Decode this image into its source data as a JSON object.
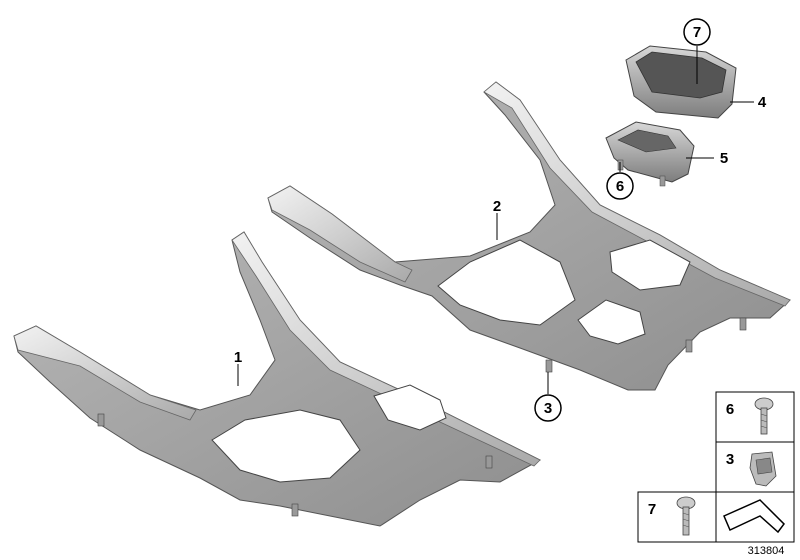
{
  "diagram": {
    "figure_number": "313804",
    "callouts": [
      {
        "id": "1",
        "label": "1"
      },
      {
        "id": "2",
        "label": "2"
      },
      {
        "id": "3",
        "label": "3"
      },
      {
        "id": "4",
        "label": "4"
      },
      {
        "id": "5",
        "label": "5"
      },
      {
        "id": "6",
        "label": "6"
      },
      {
        "id": "7",
        "label": "7"
      }
    ],
    "legend": [
      {
        "label": "6"
      },
      {
        "label": "3"
      },
      {
        "label": "7"
      }
    ]
  }
}
